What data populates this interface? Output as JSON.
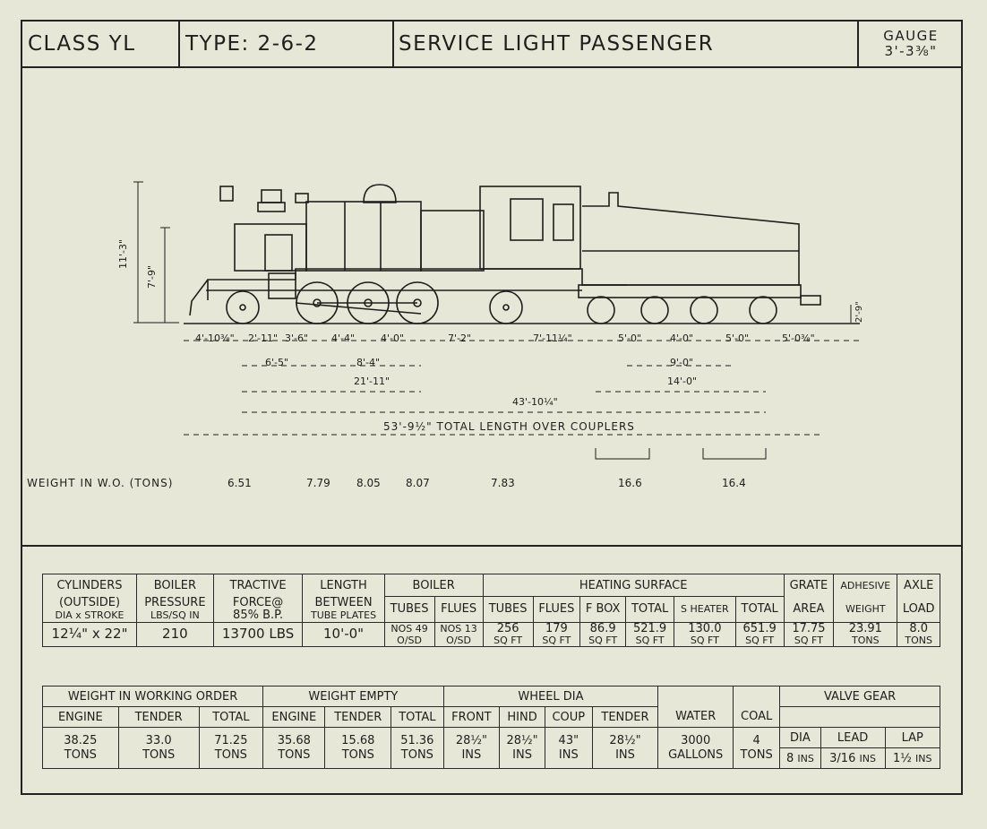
{
  "header": {
    "class_label": "CLASS  YL",
    "type_label": "TYPE: 2-6-2",
    "service_label": "SERVICE  LIGHT PASSENGER",
    "gauge_label": "GAUGE",
    "gauge_value": "3'-3⅜\""
  },
  "drawing": {
    "height_overall": "11'-3\"",
    "height_boiler": "7'-9\"",
    "height_buffer": "2'-9\"",
    "dims_row1": [
      "4'-10⅜\"",
      "2'-11\"",
      "3'-6\"",
      "4'-4\"",
      "4'-0\"",
      "7'-2\"",
      "7'-11¼\"",
      "5'-0\"",
      "4'-0\"",
      "5'-0\"",
      "5'-0⅜\""
    ],
    "dims_row2": [
      "6'-5\"",
      "8'-4\"",
      "9'-0\""
    ],
    "dims_row3": [
      "21'-11\"",
      "14'-0\""
    ],
    "dims_row4": [
      "43'-10¼\""
    ],
    "total_length": "53'-9½\"  TOTAL LENGTH OVER COUPLERS",
    "weight_label": "WEIGHT  IN W.O. (TONS)",
    "weights": [
      "6.51",
      "7.79",
      "8.05",
      "8.07",
      "7.83",
      "16.6",
      "16.4"
    ]
  },
  "table1": {
    "cyl_h1": "CYLINDERS",
    "cyl_h2": "(OUTSIDE)",
    "cyl_h3": "DIA x STROKE",
    "cyl_v": "12¼\" x 22\"",
    "bp_h1": "BOILER",
    "bp_h2": "PRESSURE",
    "bp_h3": "LBS/SQ IN",
    "bp_v": "210",
    "tf_h1": "TRACTIVE",
    "tf_h2": "FORCE@",
    "tf_h3": "85% B.P.",
    "tf_v": "13700 LBS",
    "lb_h1": "LENGTH",
    "lb_h2": "BETWEEN",
    "lb_h3": "TUBE PLATES",
    "lb_v": "10'-0\"",
    "boiler_h": "BOILER",
    "tubes_h": "TUBES",
    "tubes_v1": "NOS 49",
    "tubes_v2": "O/SD",
    "flues_h": "FLUES",
    "flues_v1": "NOS 13",
    "flues_v2": "O/SD",
    "hs_h": "HEATING  SURFACE",
    "hs_cols": [
      {
        "label": "TUBES",
        "value": "256",
        "unit": "SQ FT"
      },
      {
        "label": "FLUES",
        "value": "179",
        "unit": "SQ FT"
      },
      {
        "label": "F BOX",
        "value": "86.9",
        "unit": "SQ FT"
      },
      {
        "label": "TOTAL",
        "value": "521.9",
        "unit": "SQ FT"
      },
      {
        "label": "S HEATER",
        "value": "130.0",
        "unit": "SQ FT"
      },
      {
        "label": "TOTAL",
        "value": "651.9",
        "unit": "SQ FT"
      }
    ],
    "grate_h1": "GRATE",
    "grate_h2": "AREA",
    "grate_v": "17.75",
    "grate_u": "SQ FT",
    "adh_h1": "ADHESIVE",
    "adh_h2": "WEIGHT",
    "adh_v": "23.91",
    "adh_u": "TONS",
    "axle_h1": "AXLE",
    "axle_h2": "LOAD",
    "axle_v": "8.0",
    "axle_u": "TONS"
  },
  "table2": {
    "wwo_h": "WEIGHT IN WORKING ORDER",
    "wwo_cols": [
      {
        "label": "ENGINE",
        "value": "38.25",
        "unit": "TONS"
      },
      {
        "label": "TENDER",
        "value": "33.0",
        "unit": "TONS"
      },
      {
        "label": "TOTAL",
        "value": "71.25",
        "unit": "TONS"
      }
    ],
    "we_h": "WEIGHT  EMPTY",
    "we_cols": [
      {
        "label": "ENGINE",
        "value": "35.68",
        "unit": "TONS"
      },
      {
        "label": "TENDER",
        "value": "15.68",
        "unit": "TONS"
      },
      {
        "label": "TOTAL",
        "value": "51.36",
        "unit": "TONS"
      }
    ],
    "wd_h": "WHEEL  DIA",
    "wd_cols": [
      {
        "label": "FRONT",
        "value": "28½\"",
        "unit": "INS"
      },
      {
        "label": "HIND",
        "value": "28½\"",
        "unit": "INS"
      },
      {
        "label": "COUP",
        "value": "43\"",
        "unit": "INS"
      },
      {
        "label": "TENDER",
        "value": "28½\"",
        "unit": "INS"
      }
    ],
    "water_h": "WATER",
    "water_v": "3000",
    "water_u": "GALLONS",
    "coal_h": "COAL",
    "coal_v": "4",
    "coal_u": "TONS",
    "vg_h": "VALVE  GEAR",
    "vg_cols": [
      {
        "label": "DIA",
        "value": "8",
        "unit": "INS"
      },
      {
        "label": "LEAD",
        "value": "3/16",
        "unit": "INS"
      },
      {
        "label": "LAP",
        "value": "1½",
        "unit": "INS"
      }
    ]
  }
}
